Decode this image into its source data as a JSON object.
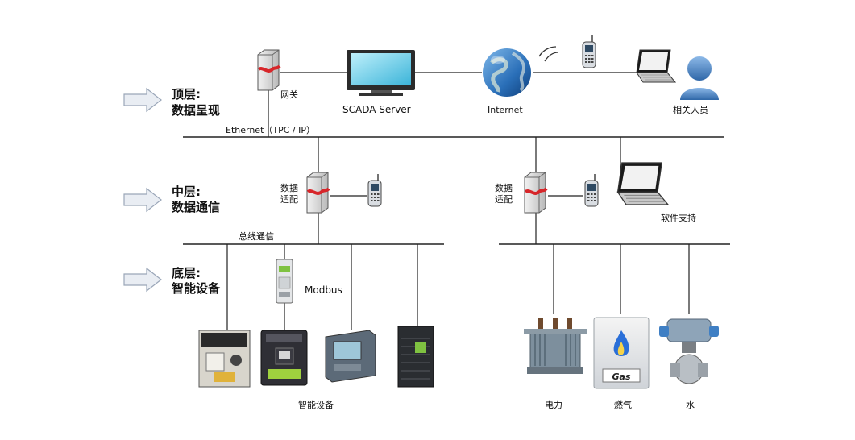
{
  "tiers": [
    {
      "title": "顶层:",
      "subtitle": "数据呈现"
    },
    {
      "title": "中层:",
      "subtitle": "数据通信"
    },
    {
      "title": "底层:",
      "subtitle": "智能设备"
    }
  ],
  "top": {
    "gateway_label": "网关",
    "scada_label": "SCADA   Server",
    "internet_label": "Internet",
    "people_label": "相关人员",
    "ethernet_label": "Ethernet（TPC / IP）"
  },
  "middle": {
    "adapter_left_label_1": "数据",
    "adapter_left_label_2": "适配",
    "adapter_right_label_1": "数据",
    "adapter_right_label_2": "适配",
    "software_label": "软件支持",
    "bus_label": "总线通信"
  },
  "bottom": {
    "modbus_label": "Modbus",
    "devices_label": "智能设备",
    "power_label": "电力",
    "gas_label": "燃气",
    "water_label": "水",
    "gas_meter_text": "Gas"
  },
  "colors": {
    "arrow_fill": "#e9edf3",
    "arrow_stroke": "#9aa6b8",
    "server_red": "#d7262a",
    "globe_blue": "#2a6fb8",
    "person_blue": "#4a86c8",
    "screen_cyan": "#5ecbe6"
  }
}
